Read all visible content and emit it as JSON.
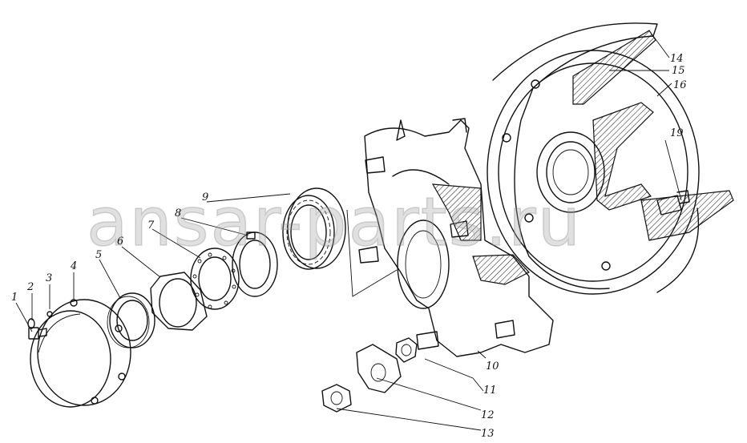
{
  "callouts": [
    {
      "id": "c1",
      "text": "1"
    },
    {
      "id": "c2",
      "text": "2"
    },
    {
      "id": "c3",
      "text": "3"
    },
    {
      "id": "c4",
      "text": "4"
    },
    {
      "id": "c5",
      "text": "5"
    },
    {
      "id": "c6",
      "text": "6"
    },
    {
      "id": "c7",
      "text": "7"
    },
    {
      "id": "c8",
      "text": "8"
    },
    {
      "id": "c9",
      "text": "9"
    },
    {
      "id": "c10",
      "text": "10"
    },
    {
      "id": "c11",
      "text": "11"
    },
    {
      "id": "c12",
      "text": "12"
    },
    {
      "id": "c13",
      "text": "13"
    },
    {
      "id": "c14",
      "text": "14"
    },
    {
      "id": "c15",
      "text": "15"
    },
    {
      "id": "c16",
      "text": "16"
    },
    {
      "id": "c19",
      "text": "19"
    }
  ],
  "watermark": "ansar-parts.ru"
}
